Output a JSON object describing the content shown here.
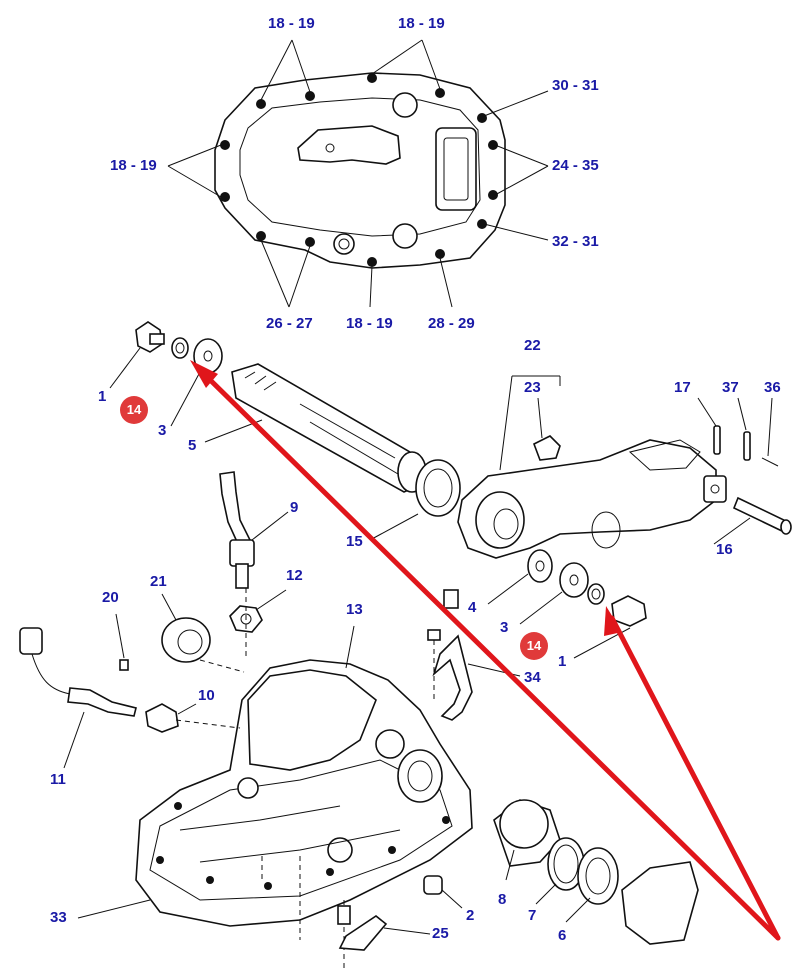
{
  "colors": {
    "label": "#1a1aa6",
    "badge": "#e03a3a",
    "arrow": "#e0161b",
    "line": "#111111"
  },
  "labels": {
    "l_18_19_a": "18 - 19",
    "l_18_19_b": "18 - 19",
    "l_30_31": "30 - 31",
    "l_18_19_c": "18 - 19",
    "l_24_35": "24 - 35",
    "l_32_31": "32 - 31",
    "l_26_27": "26 - 27",
    "l_18_19_d": "18 - 19",
    "l_28_29": "28 - 29",
    "l_22": "22",
    "l_23": "23",
    "l_17": "17",
    "l_37": "37",
    "l_36": "36",
    "l_1_a": "1",
    "l_3_a": "3",
    "l_5": "5",
    "l_9": "9",
    "l_15": "15",
    "l_16": "16",
    "l_21": "21",
    "l_20": "20",
    "l_12": "12",
    "l_13": "13",
    "l_4": "4",
    "l_3_b": "3",
    "l_1_b": "1",
    "l_34": "34",
    "l_10": "10",
    "l_11": "11",
    "l_8": "8",
    "l_7": "7",
    "l_6": "6",
    "l_2": "2",
    "l_25": "25",
    "l_33": "33"
  },
  "badges": {
    "b_14_a": "14",
    "b_14_b": "14"
  },
  "icons": [
    "cover-plate",
    "lift-shaft",
    "lift-arm",
    "hydraulic-housing",
    "bolt",
    "washer",
    "o-ring",
    "sensor"
  ]
}
